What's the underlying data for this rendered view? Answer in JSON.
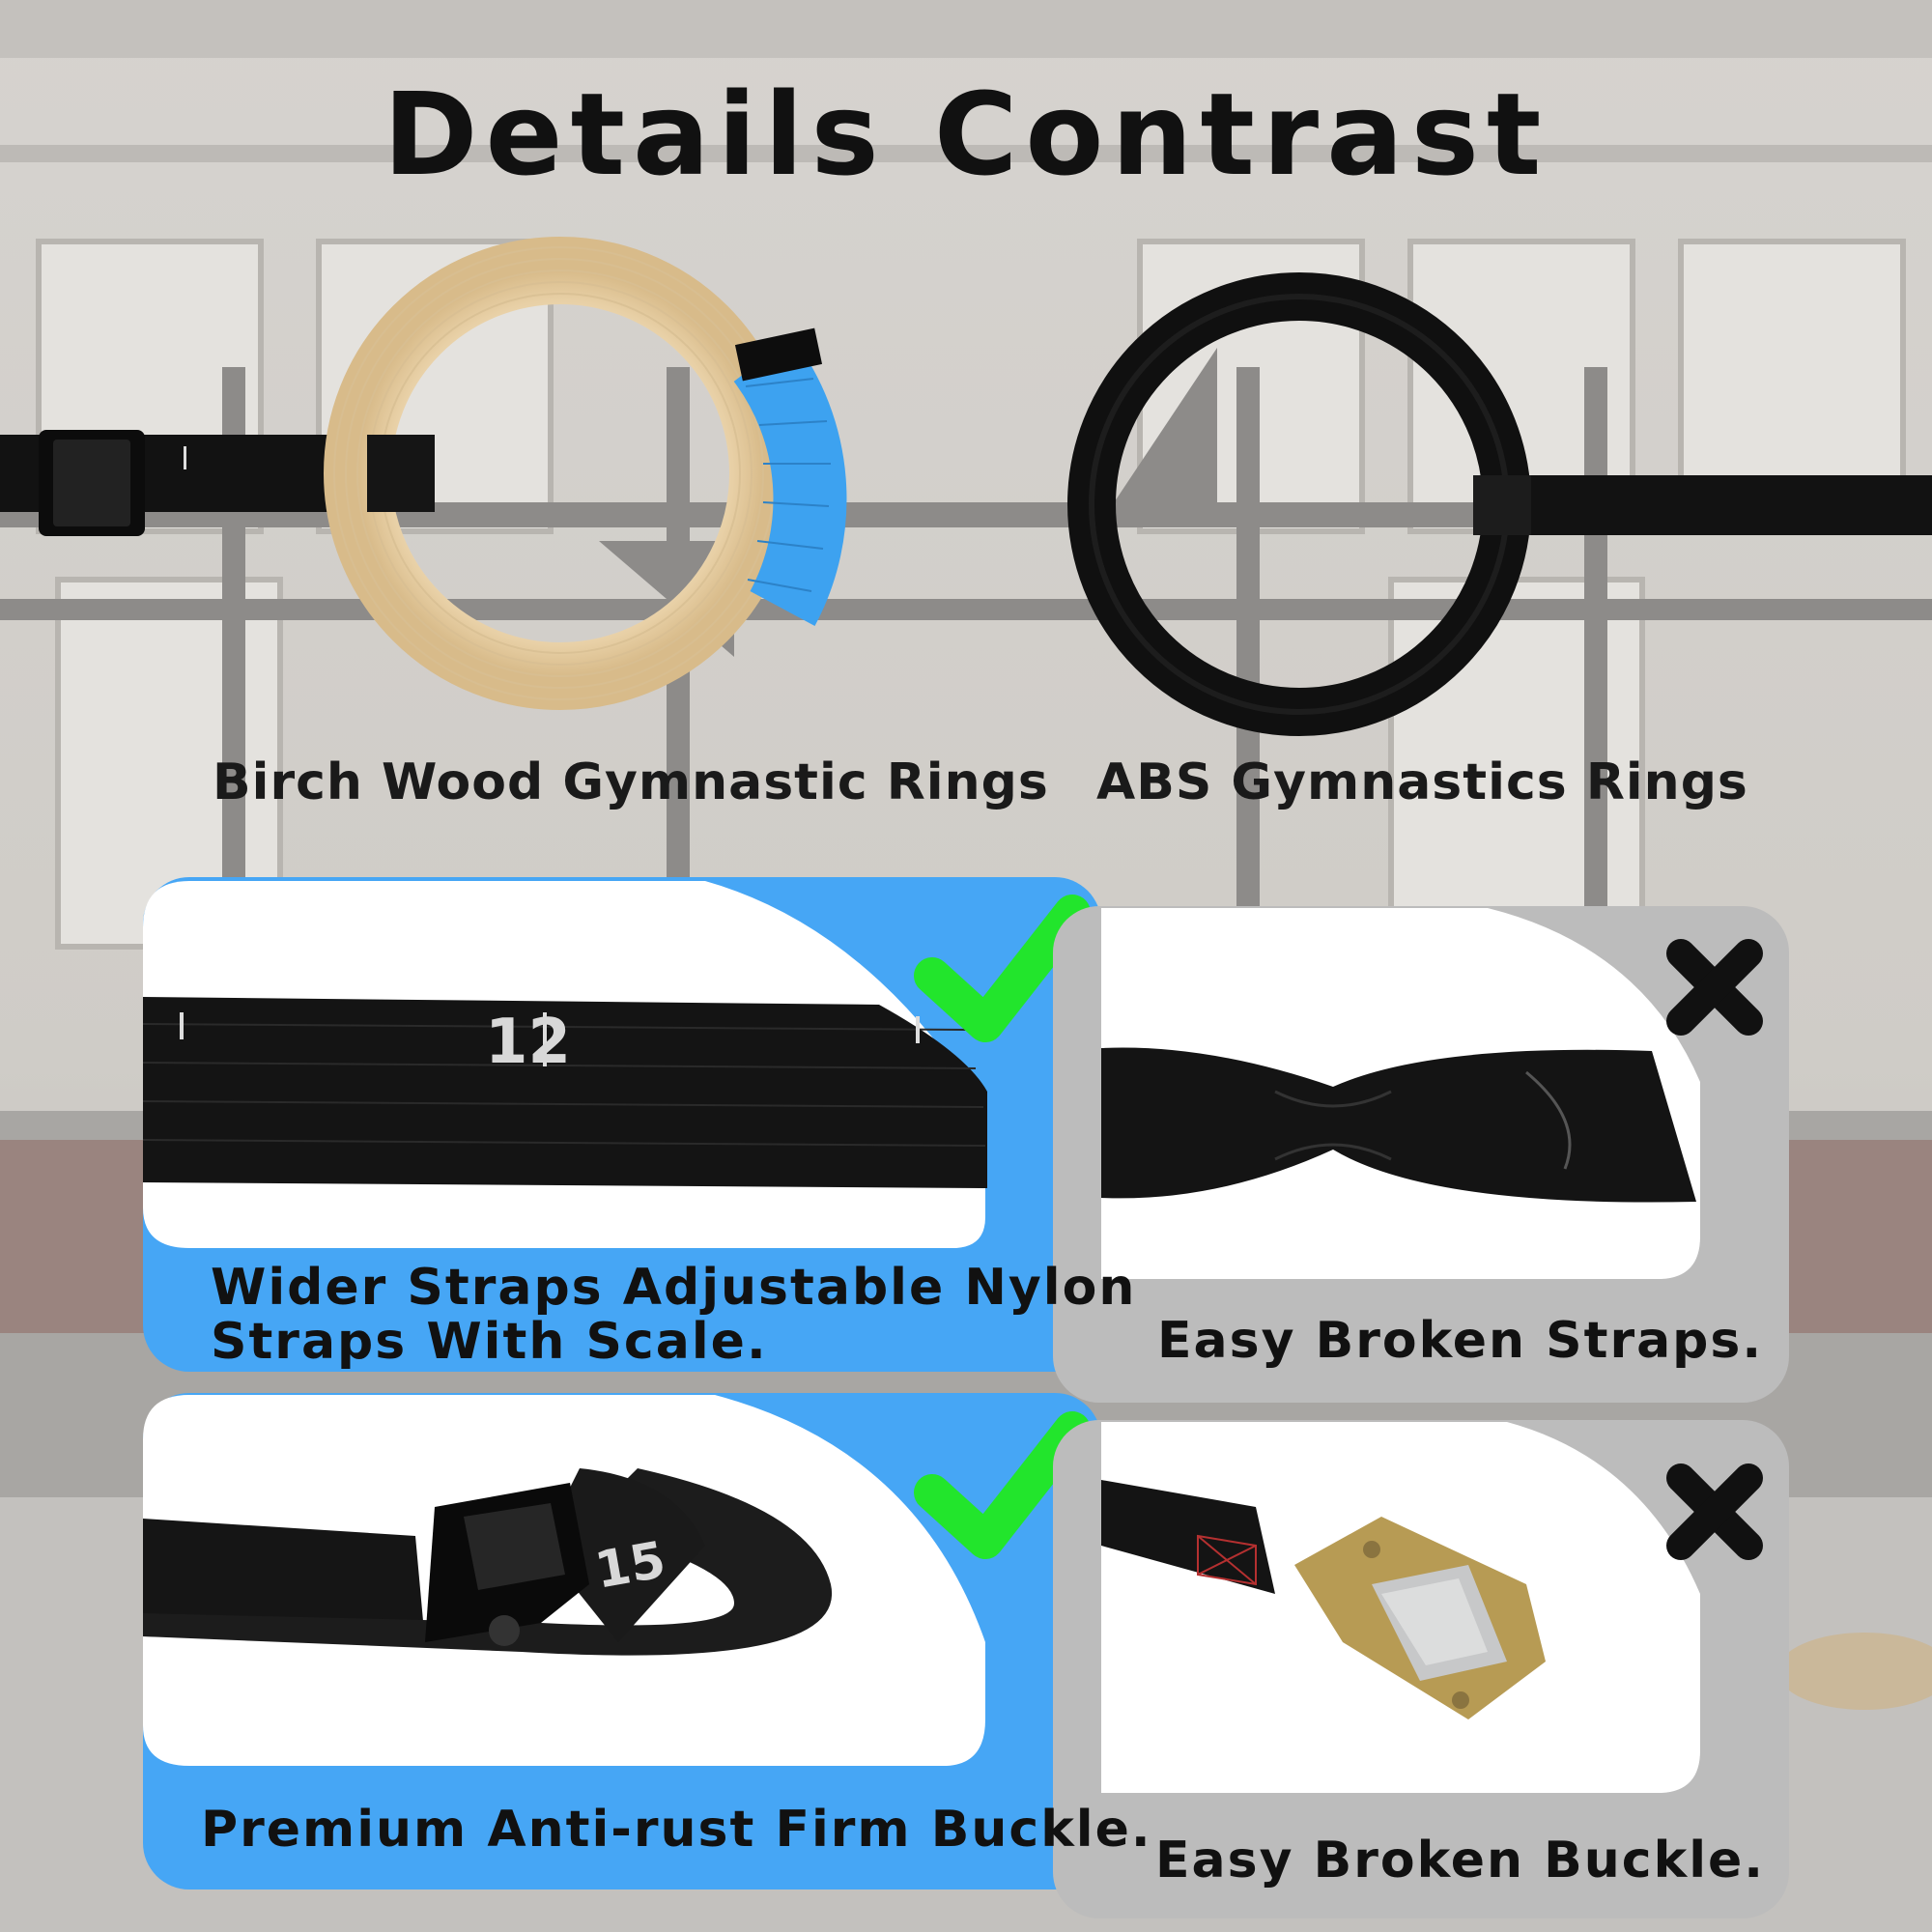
{
  "title": "Details Contrast",
  "rings": {
    "left_label": "Birch Wood Gymnastic Rings",
    "right_label": "ABS Gymnastics Rings"
  },
  "panels": [
    {
      "caption_line1": "Wider Straps Adjustable Nylon",
      "caption_line2": "Straps With Scale.",
      "mark": "check-icon",
      "strap_print": "12"
    },
    {
      "caption_line1": "Easy Broken Straps.",
      "mark": "cross-icon"
    },
    {
      "caption_line1": "Premium Anti-rust Firm Buckle.",
      "mark": "check-icon",
      "strap_print": "15"
    },
    {
      "caption_line1": "Easy Broken Buckle.",
      "mark": "cross-icon"
    }
  ],
  "colors": {
    "accent_blue": "#46a6f5",
    "panel_gray": "#bcbcbc",
    "check_green": "#22e52c",
    "ring_tape_blue": "#3da2f0"
  }
}
